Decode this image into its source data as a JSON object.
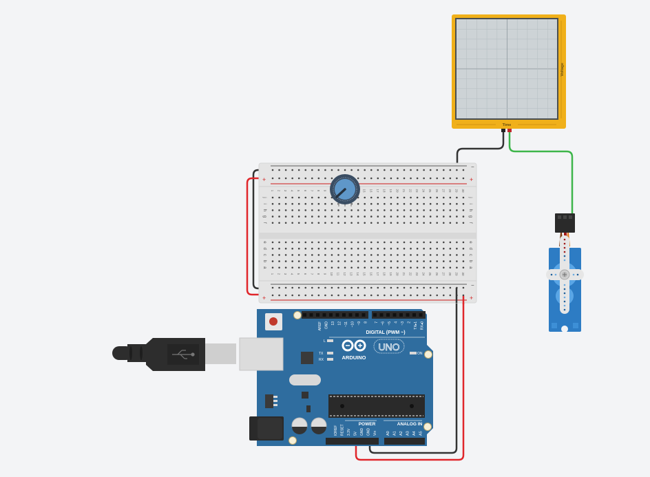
{
  "canvas": {
    "background": "#f3f4f6"
  },
  "oscilloscope": {
    "x_label": "Time",
    "y_label": "Voltage",
    "frame_color": "#f0b01a",
    "screen_color": "#cdd3d6"
  },
  "breadboard": {
    "columns": 30,
    "top_rows": [
      "j",
      "i",
      "h",
      "g",
      "f"
    ],
    "bottom_rows": [
      "e",
      "d",
      "c",
      "b",
      "a"
    ],
    "rail_minus": "−",
    "rail_plus": "+"
  },
  "potentiometer": {
    "knob_color": "#5f97c9"
  },
  "arduino": {
    "brand": "ARDUINO",
    "model": "UNO",
    "digital_label": "DIGITAL (PWM ~)",
    "digital_pins_left": [
      "AREF",
      "GND",
      "13",
      "12",
      "~11",
      "~10",
      "~9",
      "8"
    ],
    "digital_pins_right": [
      "7",
      "~6",
      "~5",
      "4",
      "~3",
      "2",
      "TX▸1",
      "RX◂0"
    ],
    "power_label": "POWER",
    "power_pins": [
      "IOREF",
      "RESET",
      "3.3V",
      "5V",
      "GND",
      "GND",
      "Vin"
    ],
    "analog_label": "ANALOG IN",
    "analog_pins": [
      "A0",
      "A1",
      "A2",
      "A3",
      "A4",
      "A5"
    ],
    "led_labels": {
      "l": "L",
      "tx": "TX",
      "rx": "RX",
      "on": "ON"
    },
    "board_color": "#2f6d9f"
  },
  "servo": {
    "body_color": "#2d7cc4"
  },
  "wires": {
    "black": "#333333",
    "red": "#e0262b",
    "green": "#3db54a"
  }
}
